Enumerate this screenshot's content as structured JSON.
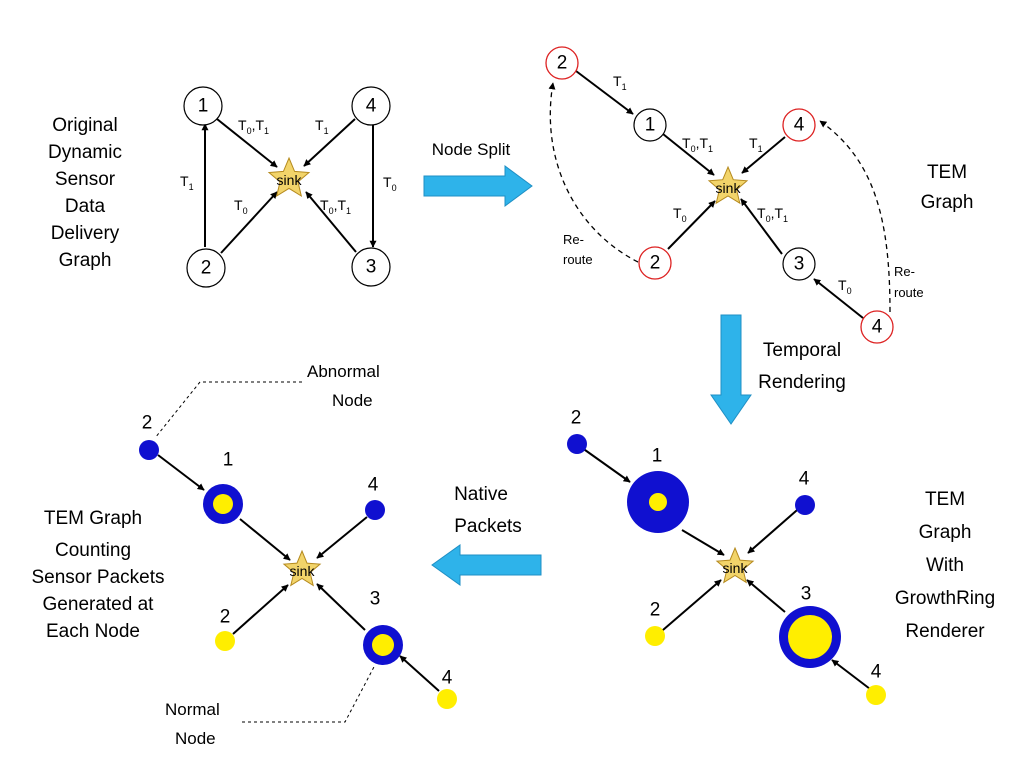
{
  "colors": {
    "abnormal": "#1010d0",
    "normal": "#ffee00",
    "star": "#f2d46a",
    "arrow_fill": "#2eb3ea",
    "split_node_stroke": "#dd2222"
  },
  "icons": [
    "star-icon",
    "right-arrow-icon",
    "down-arrow-icon",
    "left-arrow-icon"
  ],
  "sink_label": "sink",
  "captions": {
    "original_graph": [
      "Original",
      "Dynamic",
      "Sensor",
      "Data",
      "Delivery",
      "Graph"
    ],
    "tem_graph": [
      "TEM",
      "Graph"
    ],
    "growthring": [
      "TEM",
      "Graph",
      "With",
      "GrowthRing",
      "Renderer"
    ],
    "counting": [
      "TEM Graph",
      "Counting",
      "Sensor Packets",
      "Generated at",
      "Each Node"
    ]
  },
  "arrows": {
    "node_split": "Node Split",
    "temporal_rendering": [
      "Temporal",
      "Rendering"
    ],
    "native_packets": [
      "Native",
      "Packets"
    ]
  },
  "annotations": {
    "reroute": [
      "Re-",
      "route"
    ],
    "abnormal_node": [
      "Abnormal",
      "Node"
    ],
    "normal_node": [
      "Normal",
      "Node"
    ]
  },
  "original": {
    "nodes": [
      "1",
      "4",
      "2",
      "3"
    ],
    "edge_labels": {
      "e1_sink": [
        "T",
        "0",
        ",T",
        "1"
      ],
      "e4_sink": [
        "T",
        "1"
      ],
      "e2_1": [
        "T",
        "1"
      ],
      "e2_sink": [
        "T",
        "0"
      ],
      "e4_3": [
        "T",
        "0"
      ],
      "e3_sink": [
        "T",
        "0",
        ",T",
        "1"
      ]
    }
  },
  "tem": {
    "nodes": [
      "2",
      "1",
      "4",
      "2",
      "3",
      "4"
    ],
    "edge_labels": {
      "e2_1": [
        "T",
        "1"
      ],
      "e1_sink": [
        "T",
        "0",
        ",T",
        "1"
      ],
      "e4_sink": [
        "T",
        "1"
      ],
      "e2_sink": [
        "T",
        "0"
      ],
      "e3_sink": [
        "T",
        "0",
        ",T",
        "1"
      ],
      "e4_3": [
        "T",
        "0"
      ]
    }
  },
  "growth": {
    "nodes": [
      "2",
      "1",
      "4",
      "2",
      "3",
      "4"
    ]
  },
  "counting": {
    "nodes": [
      "2",
      "1",
      "4",
      "2",
      "3",
      "4"
    ]
  }
}
